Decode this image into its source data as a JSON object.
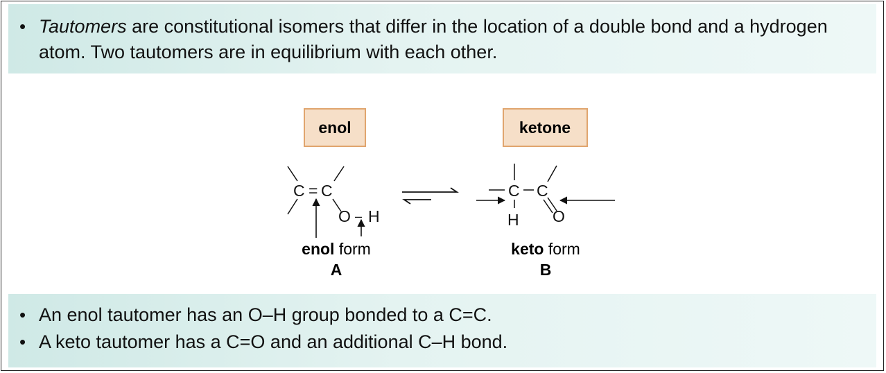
{
  "intro": {
    "term": "Tautomers",
    "text": " are constitutional isomers that differ in the location of a double bond and a hydrogen atom. Two tautomers are in equilibrium with each other."
  },
  "enol": {
    "box_label": "enol",
    "c1": "C",
    "double_bond": "=",
    "c2": "C",
    "o": "O",
    "bond": "–",
    "h": "H",
    "form_bold": "enol",
    "form_rest": " form",
    "letter": "A"
  },
  "keto": {
    "box_label": "ketone",
    "c1": "C",
    "bond1": "–",
    "c2": "C",
    "h": "H",
    "o": "O",
    "left_bond": "–",
    "form_bold": "keto",
    "form_rest": " form",
    "letter": "B"
  },
  "summary": {
    "bullet1": "An enol tautomer has an O–H group bonded to a C=C.",
    "bullet2": "A keto tautomer has a C=O and an additional C–H bond."
  },
  "colors": {
    "panel_teal": "#d7edea",
    "label_box_fill": "#f6dfc8",
    "label_box_border": "#e0a56e"
  }
}
